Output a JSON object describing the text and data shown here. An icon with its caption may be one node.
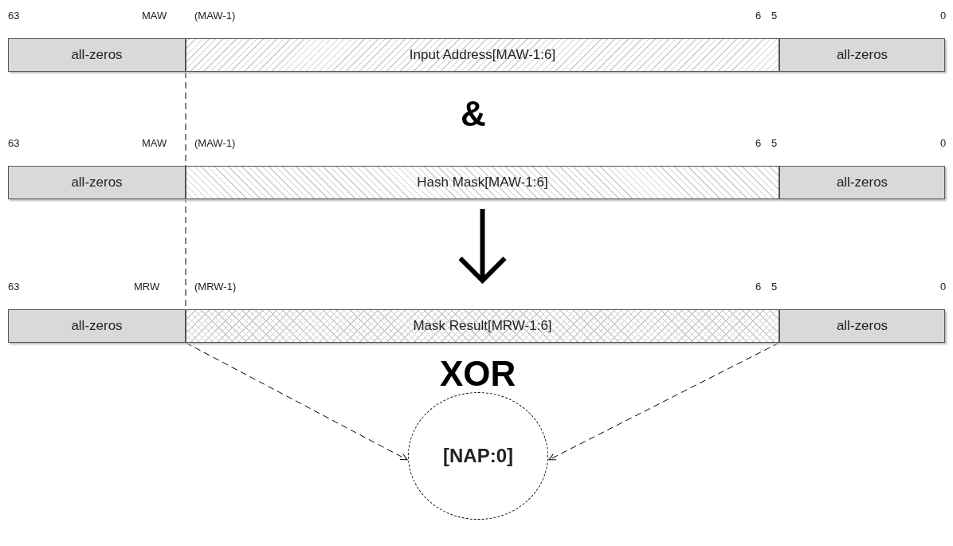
{
  "diagram": {
    "nodes": [
      {
        "text": [
          "all-zeros"
        ]
      },
      {
        "text": [
          "Input Address[MAW-1:6]"
        ]
      },
      {
        "text": [
          "all-zeros"
        ]
      },
      {
        "text": [
          "all-zeros"
        ]
      },
      {
        "text": [
          "Hash Mask[MAW-1:6]"
        ]
      },
      {
        "text": [
          "all-zeros"
        ]
      },
      {
        "text": [
          "all-zeros"
        ]
      },
      {
        "text": [
          "Mask Result[MRW-1:6]"
        ]
      },
      {
        "text": [
          "all-zeros"
        ]
      },
      {
        "text": [
          "[NAP:0]"
        ]
      }
    ],
    "edges": [
      {
        "from": 4,
        "to": 7,
        "arrow": "to",
        "style": "thick"
      },
      {
        "from": 7,
        "to": 9,
        "arrow": "to",
        "style": "dashed"
      },
      {
        "from": 7,
        "to": 9,
        "arrow": "to",
        "style": "dashed"
      }
    ],
    "labels": [
      "63",
      "MAW",
      "(MAW-1)",
      "6",
      "5",
      "0",
      "&",
      "63",
      "MAW",
      "(MAW-1)",
      "6",
      "5",
      "0",
      "63",
      "MRW",
      "(MRW-1)",
      "6",
      "5",
      "0",
      "XOR"
    ]
  }
}
